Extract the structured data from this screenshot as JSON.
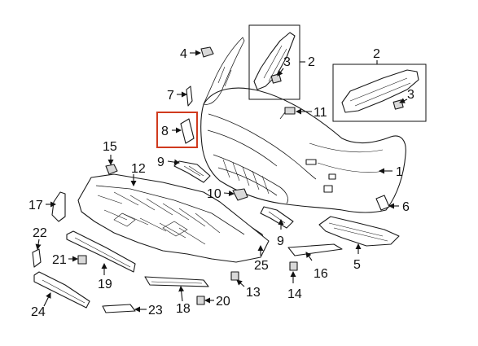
{
  "diagram": {
    "highlight_color": "#d03a1e",
    "line_color": "#111111",
    "callouts": [
      "1",
      "2",
      "3",
      "4",
      "5",
      "6",
      "7",
      "8",
      "9",
      "10",
      "11",
      "12",
      "13",
      "14",
      "15",
      "16",
      "17",
      "18",
      "19",
      "20",
      "21",
      "22",
      "23",
      "24",
      "25"
    ],
    "highlighted_callout": "8"
  }
}
